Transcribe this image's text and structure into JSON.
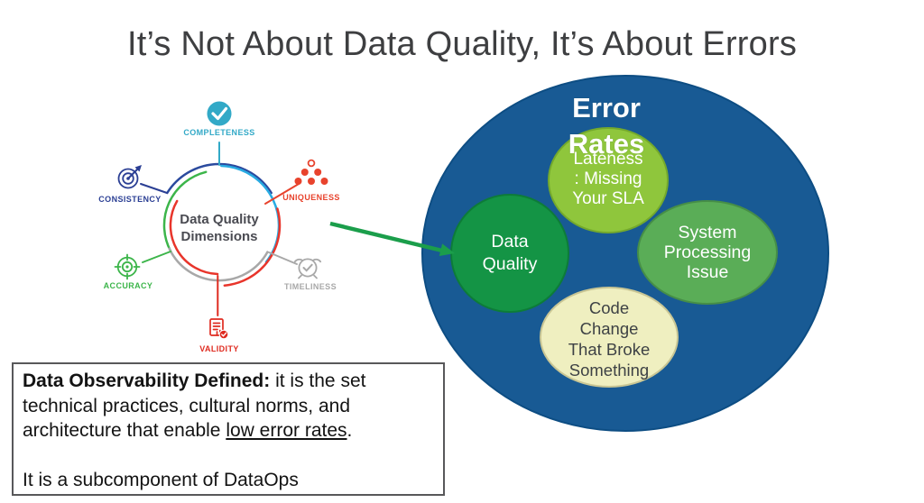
{
  "slide": {
    "title": "It’s Not About Data Quality, It’s About Errors"
  },
  "palette": {
    "title_text": "#3e3f41",
    "venn_container_blue": "#185a94",
    "venn_container_border": "#0d4d83",
    "arrow_green": "#1b9e4b",
    "ring_arc_blue": "#2b4a9e",
    "ring_arc_cyan": "#29abe2",
    "ring_arc_green": "#3cb54a",
    "ring_arc_red": "#e8352b",
    "ring_arc_gray": "#a8a8a8"
  },
  "dimensions_diagram": {
    "center_label": {
      "line1": "Data Quality",
      "line2": "Dimensions"
    },
    "items": [
      {
        "label": "COMPLETENESS",
        "color": "#32a9c7",
        "icon": "checkmark-circle-icon"
      },
      {
        "label": "CONSISTENCY",
        "color": "#2b3f94",
        "icon": "target-compass-icon"
      },
      {
        "label": "UNIQUENESS",
        "color": "#e8432d",
        "icon": "dots-pyramid-icon"
      },
      {
        "label": "ACCURACY",
        "color": "#3cb54a",
        "icon": "crosshair-target-icon"
      },
      {
        "label": "TIMELINESS",
        "color": "#a8a8a8",
        "icon": "alarm-clock-icon"
      },
      {
        "label": "VALIDITY",
        "color": "#df2b20",
        "icon": "document-check-icon"
      }
    ]
  },
  "error_venn": {
    "title_lines": [
      "Error",
      "Rates"
    ],
    "bubbles": [
      {
        "id": "lateness",
        "lines": [
          "Lateness",
          ": Missing",
          "Your SLA"
        ],
        "fill": "#8fc63c",
        "text_color": "#ffffff"
      },
      {
        "id": "data-quality",
        "lines": [
          "Data",
          "Quality"
        ],
        "fill": "#149445",
        "text_color": "#ffffff"
      },
      {
        "id": "system",
        "lines": [
          "System",
          "Processing",
          "Issue"
        ],
        "fill": "#5aad57",
        "text_color": "#ffffff"
      },
      {
        "id": "code-change",
        "lines": [
          "Code",
          "Change",
          "That Broke",
          "Something"
        ],
        "fill": "#efefc0",
        "text_color": "#3e4245"
      }
    ]
  },
  "definition_box": {
    "bold_lead": "Data Observability Defined:",
    "body_before_underline": " it is the set technical practices, cultural norms, and architecture that enable ",
    "underlined": "low error rates",
    "body_after_underline": ".",
    "second_paragraph": "It is a subcomponent of DataOps"
  }
}
